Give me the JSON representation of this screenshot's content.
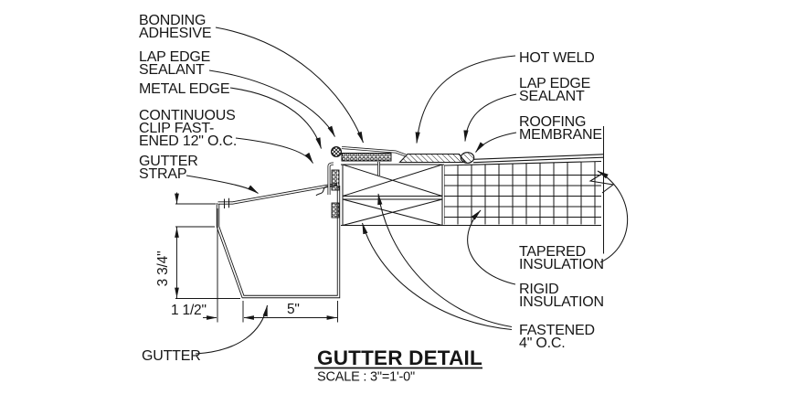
{
  "drawing": {
    "title": "GUTTER DETAIL",
    "scale": "SCALE : 3\"=1'-0\"",
    "line_color": "#161616",
    "background": "#ffffff",
    "callouts": {
      "bonding_adhesive": [
        "BONDING",
        "ADHESIVE"
      ],
      "lap_edge_sealant_left": [
        "LAP EDGE",
        "SEALANT"
      ],
      "metal_edge": [
        "METAL EDGE"
      ],
      "continuous_clip": [
        "CONTINUOUS",
        "CLIP FAST-",
        "ENED 12\" O.C."
      ],
      "gutter_strap": [
        "GUTTER",
        "STRAP"
      ],
      "hot_weld": [
        "HOT WELD"
      ],
      "lap_edge_sealant_right": [
        "LAP EDGE",
        "SEALANT"
      ],
      "roofing_membrane": [
        "ROOFING",
        "MEMBRANE"
      ],
      "tapered_insulation": [
        "TAPERED",
        "INSULATION"
      ],
      "rigid_insulation": [
        "RIGID",
        "INSULATION"
      ],
      "fastened_4_oc": [
        "FASTENED",
        "4\" O.C."
      ],
      "gutter": [
        "GUTTER"
      ]
    },
    "dimensions": {
      "gutter_depth": "3 3/4\"",
      "lip_offset": "1 1/2\"",
      "gutter_width": "5\""
    }
  }
}
